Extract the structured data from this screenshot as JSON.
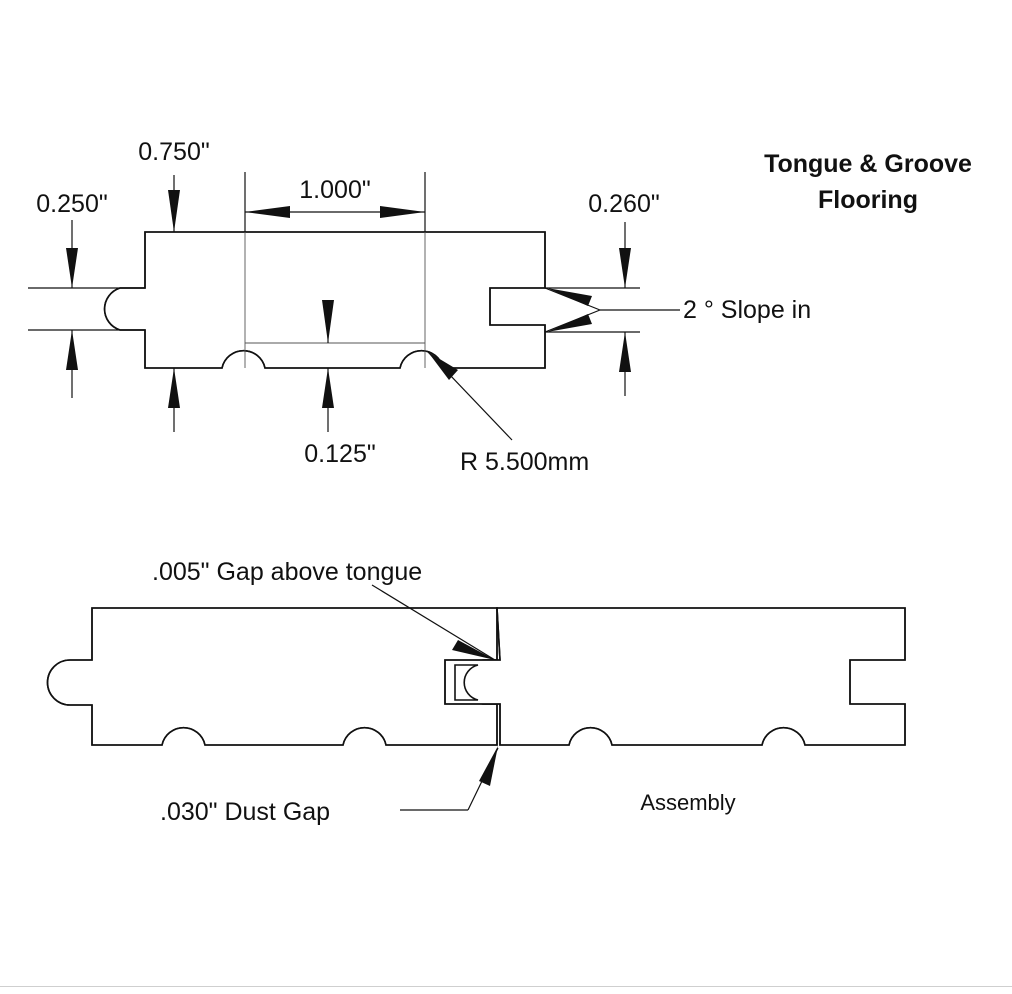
{
  "title_line1": "Tongue & Groove",
  "title_line2": "Flooring",
  "dims": {
    "d_0750": "0.750\"",
    "d_1000": "1.000\"",
    "d_0250": "0.250\"",
    "d_0260": "0.260\"",
    "d_0125": "0.125\"",
    "radius": "R 5.500mm",
    "slope": "2 ° Slope in"
  },
  "assembly": {
    "gap_above": ".005\" Gap above tongue",
    "dust_gap": ".030\" Dust Gap",
    "label": "Assembly"
  }
}
